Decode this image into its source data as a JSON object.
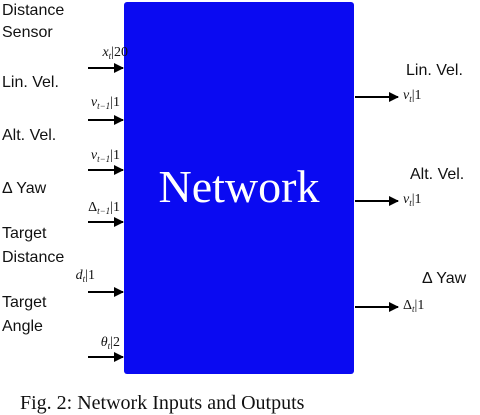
{
  "network": {
    "title": "Network"
  },
  "inputs": [
    {
      "label_line1": "Distance",
      "label_line2": "Sensor",
      "symbol": "x",
      "subscript": "t",
      "dim": "|20"
    },
    {
      "label_line1": "Lin. Vel.",
      "symbol": "v",
      "subscript": "t−1",
      "dim": "|1"
    },
    {
      "label_line1": "Alt. Vel.",
      "symbol": "v",
      "subscript": "t−1",
      "dim": "|1"
    },
    {
      "label_line1": "Δ Yaw",
      "symbol": "Δ",
      "subscript": "t−1",
      "dim": "|1"
    },
    {
      "label_line1": "Target",
      "label_line2": "Distance",
      "symbol": "d",
      "subscript": "t",
      "dim": "|1"
    },
    {
      "label_line1": "Target",
      "label_line2": "Angle",
      "symbol": "θ",
      "subscript": "t",
      "dim": "|2"
    }
  ],
  "outputs": [
    {
      "label": "Lin. Vel.",
      "symbol": "v",
      "subscript": "t",
      "dim": "|1"
    },
    {
      "label": "Alt. Vel.",
      "symbol": "v",
      "subscript": "t",
      "dim": "|1"
    },
    {
      "label": "Δ Yaw",
      "symbol": "Δ",
      "subscript": "t",
      "dim": "|1"
    }
  ],
  "caption": "Fig. 2: Network Inputs and Outputs",
  "colors": {
    "network_fill": "#0a0af2",
    "arrow": "#000000",
    "title_text": "#ffffff"
  }
}
